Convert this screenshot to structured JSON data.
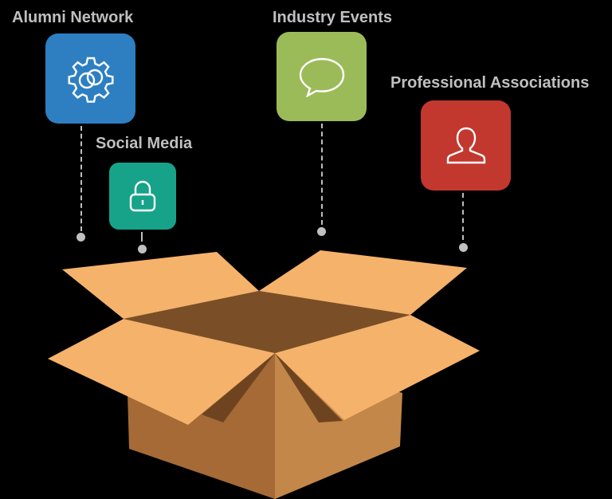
{
  "items": [
    {
      "label": "Alumni Network",
      "icon": "gear-icon",
      "color": "#2e7fc2"
    },
    {
      "label": "Social Media",
      "icon": "lock-icon",
      "color": "#17a389"
    },
    {
      "label": "Industry Events",
      "icon": "speech-bubble-icon",
      "color": "#9bbb59"
    },
    {
      "label": "Professional Associations",
      "icon": "person-icon",
      "color": "#c2382f"
    }
  ],
  "box": {
    "color_flap": "#f5b26b",
    "color_inside": "#7a4f27",
    "color_side": "#b87d42"
  }
}
